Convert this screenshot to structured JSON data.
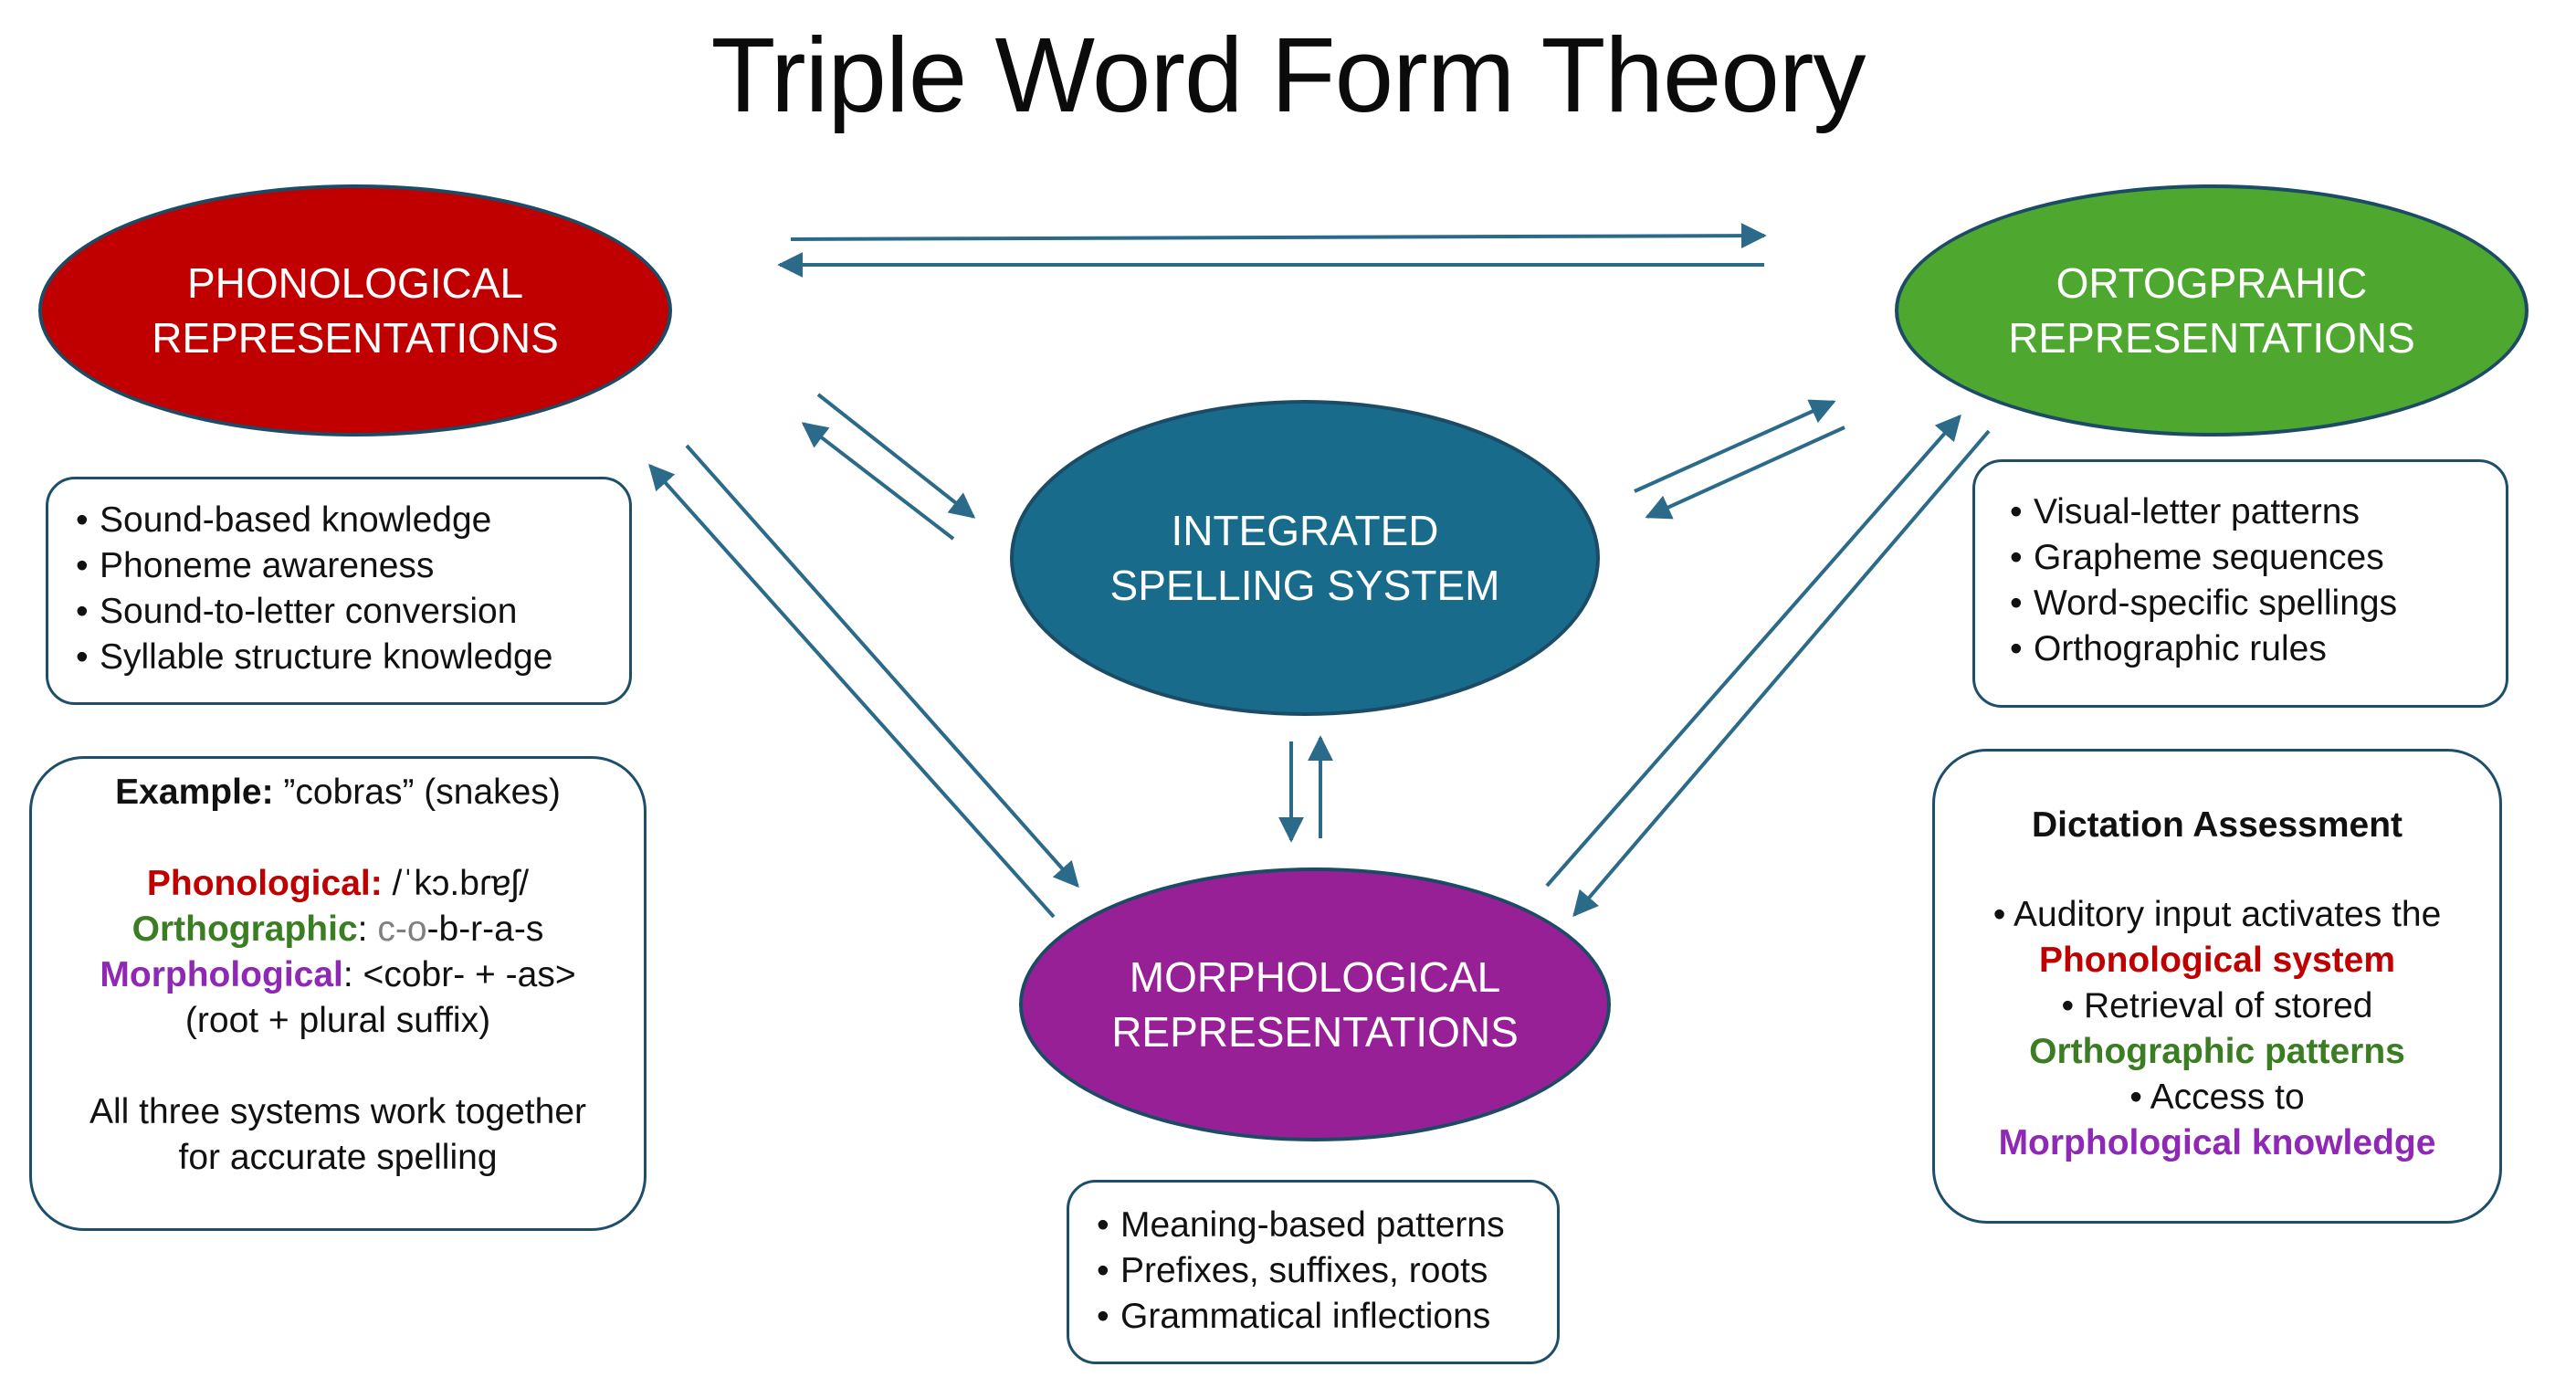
{
  "title": "Triple Word Form Theory",
  "colors": {
    "phonological": "#c00000",
    "orthographic": "#4ea72e",
    "integrated": "#196b8c",
    "morphological": "#982096",
    "arrow": "#2c6a8a",
    "border": "#1d4e6a"
  },
  "nodes": {
    "phonological": {
      "line1": "PHONOLOGICAL",
      "line2": "REPRESENTATIONS"
    },
    "orthographic": {
      "line1": "ORTOGPRAHIC",
      "line2": "REPRESENTATIONS"
    },
    "integrated": {
      "line1": "INTEGRATED",
      "line2": "SPELLING SYSTEM"
    },
    "morphological": {
      "line1": "MORPHOLOGICAL",
      "line2": "REPRESENTATIONS"
    }
  },
  "phonological_list": [
    "Sound-based knowledge",
    "Phoneme awareness",
    "Sound-to-letter conversion",
    "Syllable structure knowledge"
  ],
  "orthographic_list": [
    "Visual-letter patterns",
    "Grapheme sequences",
    "Word-specific spellings",
    "Orthographic rules"
  ],
  "morphological_list": [
    "Meaning-based patterns",
    "Prefixes, suffixes, roots",
    "Grammatical inflections"
  ],
  "example": {
    "label": "Example:",
    "word": " ”cobras” (snakes)",
    "phon_label": "Phonological:",
    "phon_value": " /ˈkɔ.bɾɐʃ/",
    "orth_label": "Orthographic",
    "orth_colon": ": ",
    "orth_value_grey": "c-o",
    "orth_value_rest": "-b-r-a-s",
    "morph_label": "Morphological",
    "morph_value": ": <cobr- + -as>",
    "morph_note": "(root + plural suffix)",
    "summary_line1": "All three systems work together",
    "summary_line2": "for accurate spelling"
  },
  "dictation": {
    "title": "Dictation Assessment",
    "item1": "• Auditory input activates the",
    "item1_highlight": "Phonological system",
    "item2": "• Retrieval of stored",
    "item2_highlight": "Orthographic patterns",
    "item3": "• Access to",
    "item3_highlight": "Morphological knowledge"
  }
}
